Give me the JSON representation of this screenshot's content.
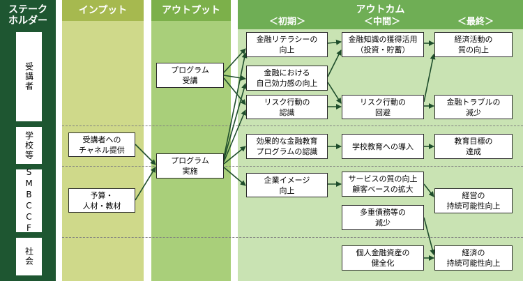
{
  "headers": {
    "stakeholder": "ステーク\nホルダー",
    "input": "インプット",
    "output": "アウトプット",
    "outcome": "アウトカム",
    "initial": "＜初期＞",
    "middle": "＜中間＞",
    "final": "＜最終＞"
  },
  "stakeholders": [
    {
      "label": "受講者"
    },
    {
      "label": "学校等"
    },
    {
      "label": "SMBCCF"
    },
    {
      "label": "社会"
    }
  ],
  "boxes": {
    "input_channel": "受講者への\nチャネル提供",
    "input_budget": "予算・\n人材・教材",
    "output_attend": "プログラム\n受講",
    "output_implement": "プログラム\n実施",
    "init_literacy": "金融リテラシーの\n向上",
    "init_efficacy": "金融における\n自己効力感の向上",
    "init_risk": "リスク行動の\n認識",
    "init_program": "効果的な金融教育\nプログラムの認識",
    "init_image": "企業イメージ\n向上",
    "mid_knowledge": "金融知識の獲得活用\n（投資・貯蓄）",
    "mid_avoid": "リスク行動の\n回避",
    "mid_school": "学校教育への導入",
    "mid_service": "サービスの質の向上\n顧客ベースの拡大",
    "mid_debt": "多重債務等の\n減少",
    "mid_assets": "個人金融資産の\n健全化",
    "fin_econ": "経済活動の\n質の向上",
    "fin_trouble": "金融トラブルの\n減少",
    "fin_edu": "教育目標の\n達成",
    "fin_mgmt": "経営の\n持続可能性向上",
    "fin_eco": "経済の\n持続可能性向上"
  },
  "colors": {
    "stakeholder_bg": "#1e5631",
    "input_bg": "#cfd98a",
    "input_hdr": "#a6b94f",
    "output_bg": "#a9cf7a",
    "output_hdr": "#7cb04a",
    "outcome_bg": "#c9e3b3",
    "outcome_hdr": "#6fae55",
    "arrow": "#1e4d2b"
  }
}
